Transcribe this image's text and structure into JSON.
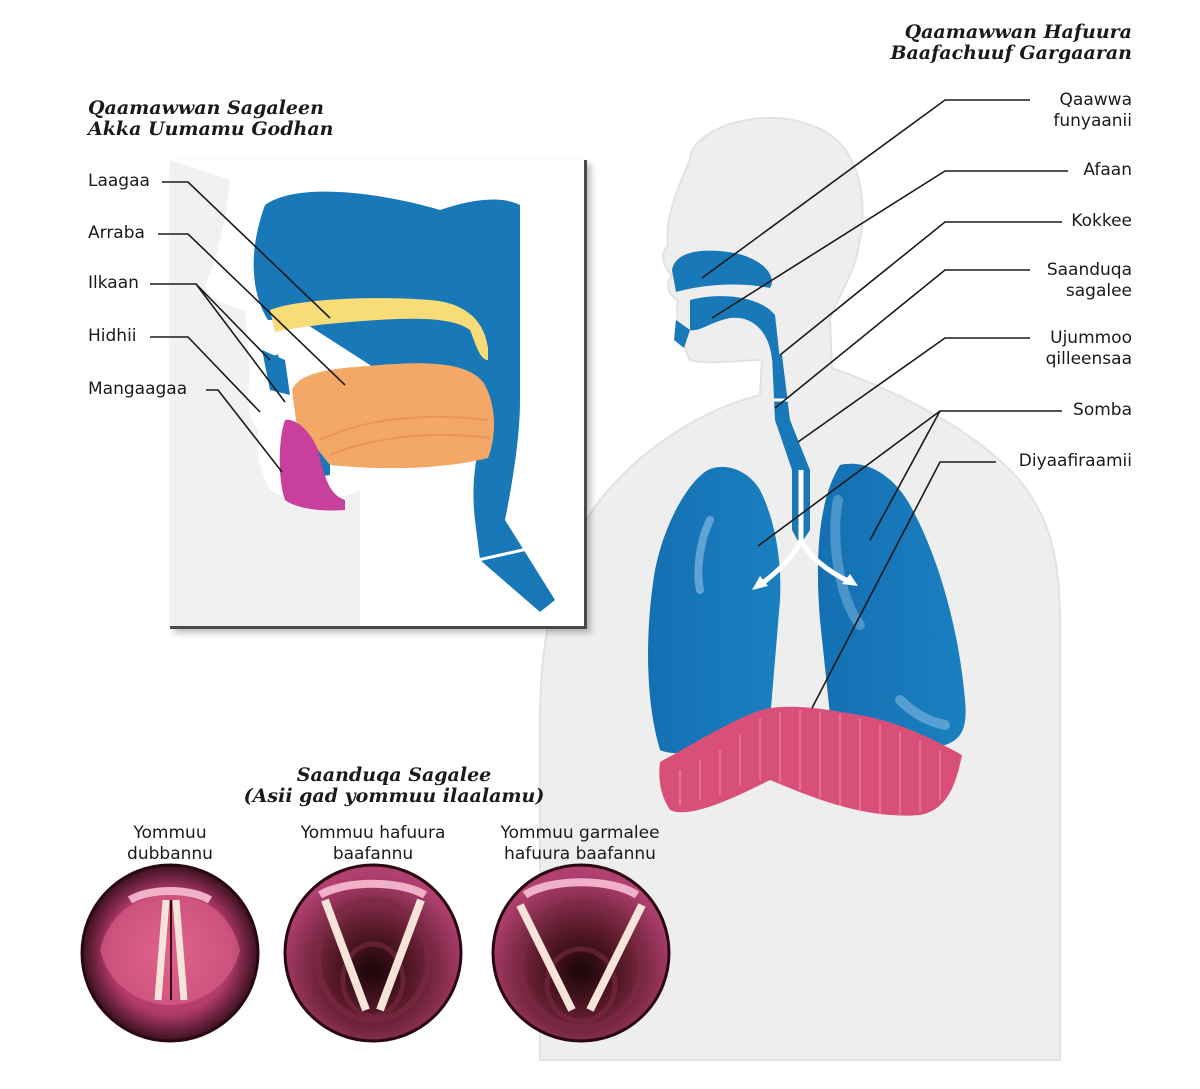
{
  "titles": {
    "respiratory_line1": "Qaamawwan Hafuura",
    "respiratory_line2": "Baafachuuf Gargaaran",
    "speech_line1": "Qaamawwan Sagaleen",
    "speech_line2": "Akka Uumamu Godhan",
    "larynx_line1": "Saanduqa Sagalee",
    "larynx_line2": "(Asii gad yommuu ilaalamu)"
  },
  "speech_labels": [
    "Laagaa",
    "Arraba",
    "Ilkaan",
    "Hidhii",
    "Mangaagaa"
  ],
  "respiratory_labels": {
    "nasal_line1": "Qaawwa",
    "nasal_line2": "funyaanii",
    "mouth": "Afaan",
    "throat": "Kokkee",
    "larynx_line1": "Saanduqa",
    "larynx_line2": "sagalee",
    "trachea_line1": "Ujummoo",
    "trachea_line2": "qilleensaa",
    "lungs": "Somba",
    "diaphragm": "Diyaafiraamii"
  },
  "larynx_views": {
    "closed_line1": "Yommuu",
    "closed_line2": "dubbannu",
    "open_line1": "Yommuu hafuura",
    "open_line2": "baafannu",
    "deep_line1": "Yommuu garmalee",
    "deep_line2": "hafuura baafannu"
  },
  "colors": {
    "airway_blue": "#1878b8",
    "palate_yellow": "#f7dc78",
    "tongue_orange": "#f3a868",
    "lip_magenta": "#c8409c",
    "diaphragm_pink": "#d8507a",
    "body_silhouette": "#ececec"
  }
}
